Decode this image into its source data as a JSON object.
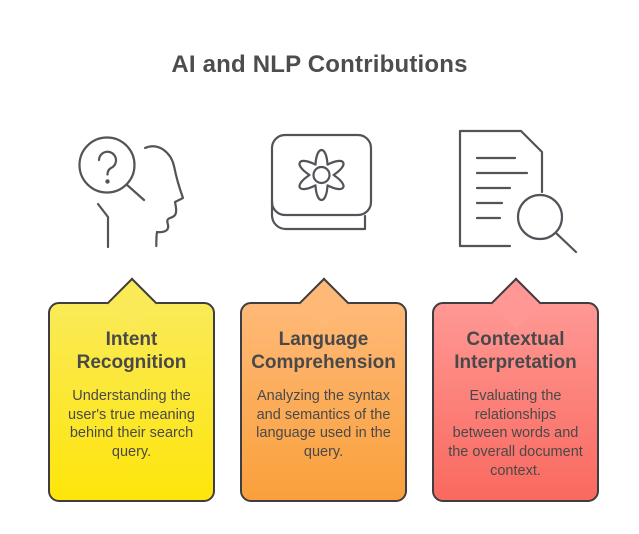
{
  "title": "AI and NLP Contributions",
  "palette": {
    "background": "#FFFFFF",
    "title_color": "#4D4D4D",
    "card_border": "#3E3E42",
    "card_text": "#494949",
    "icon_stroke": "#53535A"
  },
  "cards": [
    {
      "id": "intent-recognition",
      "icon": "head-search-question-icon",
      "title": "Intent Recognition",
      "description": "Understanding the user's true meaning behind their search query.",
      "gradient_top": "#FAEA58",
      "gradient_bottom": "#FEE50A"
    },
    {
      "id": "language-comprehension",
      "icon": "book-gear-icon",
      "title": "Language Comprehension",
      "description": "Analyzing the syntax and semantics of the language used in the query.",
      "gradient_top": "#FFB977",
      "gradient_bottom": "#F9A03C"
    },
    {
      "id": "contextual-interpretation",
      "icon": "document-search-icon",
      "title": "Contextual Interpretation",
      "description": "Evaluating the relationships between words and the overall document context.",
      "gradient_top": "#FF9894",
      "gradient_bottom": "#F9695F"
    }
  ]
}
